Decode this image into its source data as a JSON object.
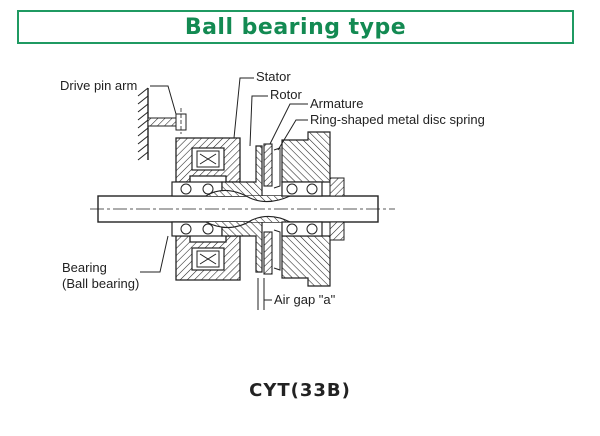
{
  "title": "Ball bearing type",
  "model": "CYT(33B)",
  "labels": {
    "drive_pin_arm": "Drive pin arm",
    "stator": "Stator",
    "rotor": "Rotor",
    "armature": "Armature",
    "disc_spring": "Ring-shaped metal disc spring",
    "bearing_1": "Bearing",
    "bearing_2": "(Ball bearing)",
    "air_gap": "Air gap \"a\""
  },
  "colors": {
    "accent": "#1f9a62",
    "title_text": "#138a52",
    "line": "#222222"
  }
}
